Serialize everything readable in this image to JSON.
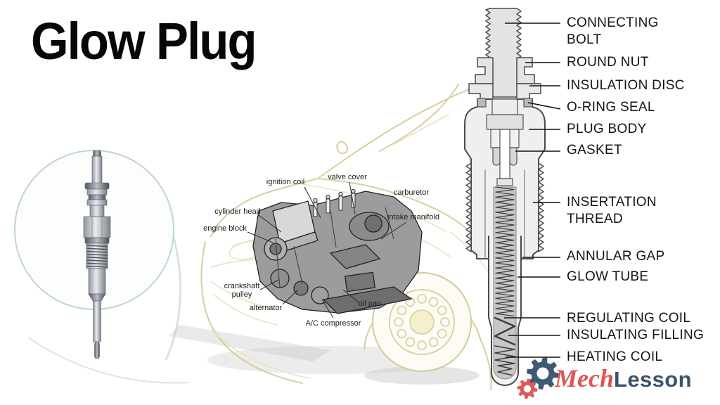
{
  "title": "Glow Plug",
  "cross_section": {
    "labels": {
      "connecting_bolt": "CONNECTING BOLT",
      "round_nut": "ROUND NUT",
      "insulation_disc": "INSULATION DISC",
      "o_ring_seal": "O-RING SEAL",
      "plug_body": "PLUG BODY",
      "gasket": "GASKET",
      "insertation_thread": "INSERTATION THREAD",
      "annular_gap": "ANNULAR GAP",
      "glow_tube": "GLOW TUBE",
      "regulating_coil": "REGULATING COIL",
      "insulating_filling": "INSULATING FILLING",
      "heating_coil": "HEATING COIL"
    }
  },
  "engine_diagram": {
    "labels": {
      "ignition_coil": "ignition coil",
      "valve_cover": "valve cover",
      "carburetor": "carburetor",
      "cylinder_head": "cylinder head",
      "intake_manifold": "intake manifold",
      "engine_block": "engine block",
      "crankshaft_pulley": "crankshaft pulley",
      "alternator": "alternator",
      "ac_compressor": "A/C compressor",
      "oil_pan": "oil pan"
    }
  },
  "logo": {
    "brand_part1": "Mech",
    "brand_part2": "Lesson",
    "red": "#e05555",
    "navy": "#3a536b"
  },
  "colors": {
    "circle_border": "#bcd9c1",
    "car_outline": "#d2ca98",
    "label_text": "#141414"
  }
}
